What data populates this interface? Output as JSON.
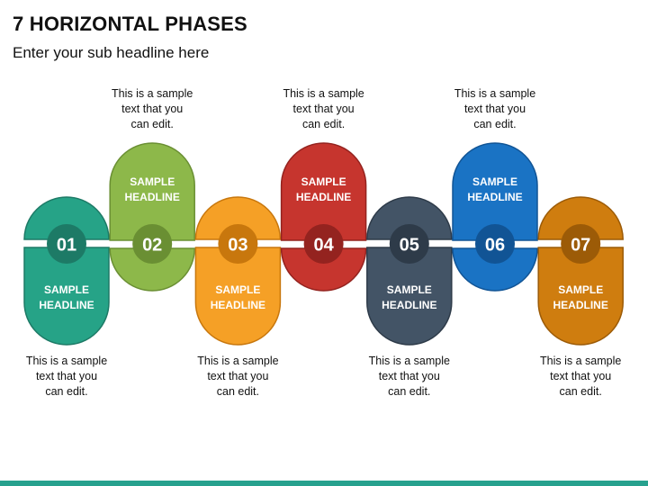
{
  "title": "7 HORIZONTAL PHASES",
  "subtitle": "Enter your sub headline here",
  "phases": [
    {
      "number": "01",
      "headline": [
        "SAMPLE",
        "HEADLINE"
      ],
      "text": [
        "This is a sample",
        "text that you",
        "can edit."
      ],
      "color": "#26a387",
      "dark": "#1d7a66"
    },
    {
      "number": "02",
      "headline": [
        "SAMPLE",
        "HEADLINE"
      ],
      "text": [
        "This is a sample",
        "text that you",
        "can edit."
      ],
      "color": "#8db84a",
      "dark": "#6a8f33"
    },
    {
      "number": "03",
      "headline": [
        "SAMPLE",
        "HEADLINE"
      ],
      "text": [
        "This is a sample",
        "text that you",
        "can edit."
      ],
      "color": "#f5a026",
      "dark": "#c8770d"
    },
    {
      "number": "04",
      "headline": [
        "SAMPLE",
        "HEADLINE"
      ],
      "text": [
        "This is a sample",
        "text that you",
        "can edit."
      ],
      "color": "#c6352e",
      "dark": "#94231f"
    },
    {
      "number": "05",
      "headline": [
        "SAMPLE",
        "HEADLINE"
      ],
      "text": [
        "This is a sample",
        "text that you",
        "can edit."
      ],
      "color": "#435466",
      "dark": "#2e3b49"
    },
    {
      "number": "06",
      "headline": [
        "SAMPLE",
        "HEADLINE"
      ],
      "text": [
        "This is a sample",
        "text that you",
        "can edit."
      ],
      "color": "#1a73c4",
      "dark": "#115495"
    },
    {
      "number": "07",
      "headline": [
        "SAMPLE",
        "HEADLINE"
      ],
      "text": [
        "This is a sample",
        "text that you",
        "can edit."
      ],
      "color": "#cf7d0f",
      "dark": "#9c5b07"
    }
  ],
  "accent_color": "#27a18e"
}
